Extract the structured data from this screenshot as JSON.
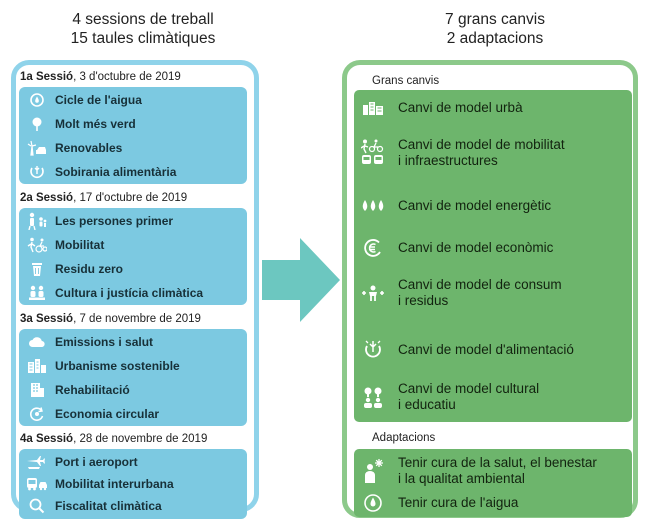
{
  "headings": {
    "left_line1": "4 sessions de treball",
    "left_line2": "15 taules climàtiques",
    "right_line1": "7 grans canvis",
    "right_line2": "2 adaptacions"
  },
  "sessions": [
    {
      "ordinal": "1a Sessió",
      "date": ", 3 d'octubre de 2019",
      "items": [
        "Cicle de l'aigua",
        "Molt més verd",
        "Renovables",
        "Sobirania alimentària"
      ]
    },
    {
      "ordinal": "2a Sessió",
      "date": ", 17 d'octubre de 2019",
      "items": [
        "Les persones primer",
        "Mobilitat",
        "Residu zero",
        "Cultura i justícia climàtica"
      ]
    },
    {
      "ordinal": "3a Sessió",
      "date": ", 7 de novembre de 2019",
      "items": [
        "Emissions i salut",
        "Urbanisme sostenible",
        "Rehabilitació",
        "Economia circular"
      ]
    },
    {
      "ordinal": "4a Sessió",
      "date": ", 28 de novembre de 2019",
      "items": [
        "Port i aeroport",
        "Mobilitat interurbana",
        "Fiscalitat climàtica"
      ]
    }
  ],
  "changes_label": "Grans canvis",
  "changes": [
    {
      "line1": "Canvi de model urbà",
      "line2": ""
    },
    {
      "line1": "Canvi de model de mobilitat",
      "line2": "i infraestructures"
    },
    {
      "line1": "Canvi de model energètic",
      "line2": ""
    },
    {
      "line1": "Canvi de model econòmic",
      "line2": ""
    },
    {
      "line1": "Canvi de model de consum",
      "line2": "i residus"
    },
    {
      "line1": "Canvi de model d'alimentació",
      "line2": ""
    },
    {
      "line1": "Canvi de model cultural",
      "line2": "i educatiu"
    }
  ],
  "adaptations_label": "Adaptacions",
  "adaptations": [
    {
      "line1": "Tenir cura de la salut, el benestar",
      "line2": "i la qualitat ambiental"
    },
    {
      "line1": "Tenir cura de l'aigua",
      "line2": ""
    }
  ],
  "icons": {
    "session1": [
      "water-cycle-icon",
      "tree-icon",
      "wind-turbine-icon",
      "food-sovereignty-icon"
    ],
    "session2": [
      "people-icon",
      "pedestrian-cyclist-icon",
      "bin-icon",
      "people-culture-icon"
    ],
    "session3": [
      "cloud-icon",
      "city-buildings-icon",
      "building-icon",
      "circular-economy-icon"
    ],
    "session4": [
      "airplane-ship-icon",
      "bus-car-icon",
      "magnifier-icon"
    ],
    "changes": [
      "city-skyline-icon",
      "mobility-icon",
      "energy-icon",
      "euro-icon",
      "consumption-icon",
      "food-icon",
      "culture-education-icon"
    ],
    "adaptations": [
      "health-person-icon",
      "water-drop-icon"
    ]
  },
  "colors": {
    "blue_border": "#8fd3ea",
    "blue_box": "#7cc9e1",
    "green_border": "#8cc98a",
    "green_box": "#6db56c",
    "arrow": "#6cc7c0"
  }
}
